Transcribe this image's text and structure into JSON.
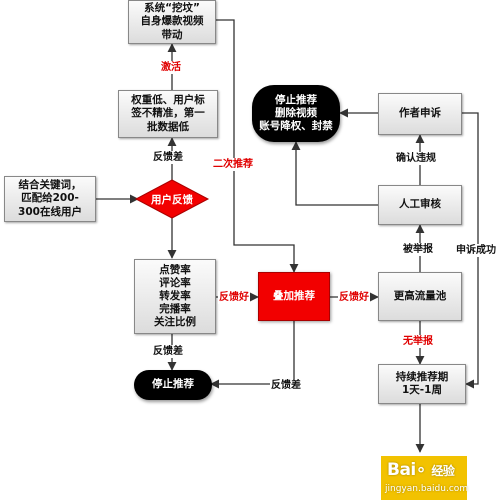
{
  "nodes": {
    "top_viral": "系统“挖坟”\n自身爆款视频\n带动",
    "weight_low": "权重低、用户标\n签不精准，第一\n批数据低",
    "keyword_match": "结合关键词，\n匹配给200-\n300在线用户",
    "user_feedback": "用户反馈",
    "metrics": "点赞率\n评论率\n转发率\n完播率\n关注比例",
    "stop_recommend_bottom": "停止推荐",
    "boost": "叠加推荐",
    "stop_recommend_top": "停止推荐\n删除视频\n账号降权、封禁",
    "author_appeal": "作者申诉",
    "manual_review": "人工审核",
    "higher_pool": "更高流量池",
    "continuous": "持续推荐期\n1天-1周"
  },
  "labels": {
    "activate": "激活",
    "bad_feedback_1": "反馈差",
    "second_recommend": "二次推荐",
    "good_feedback_1": "反馈好",
    "good_feedback_2": "反馈好",
    "bad_feedback_2": "反馈差",
    "bad_feedback_3": "反馈差",
    "confirm_violation": "确认违规",
    "reported": "被举报",
    "no_report": "无举报",
    "appeal_success": "申诉成功"
  },
  "watermark": {
    "brand": "Bai",
    "brand2": "经验",
    "url": "jingyan.baidu.com"
  },
  "colors": {
    "red": "#f20000",
    "label_red": "#e00000",
    "black_pill": "#000000",
    "watermark": "#f2c200"
  }
}
